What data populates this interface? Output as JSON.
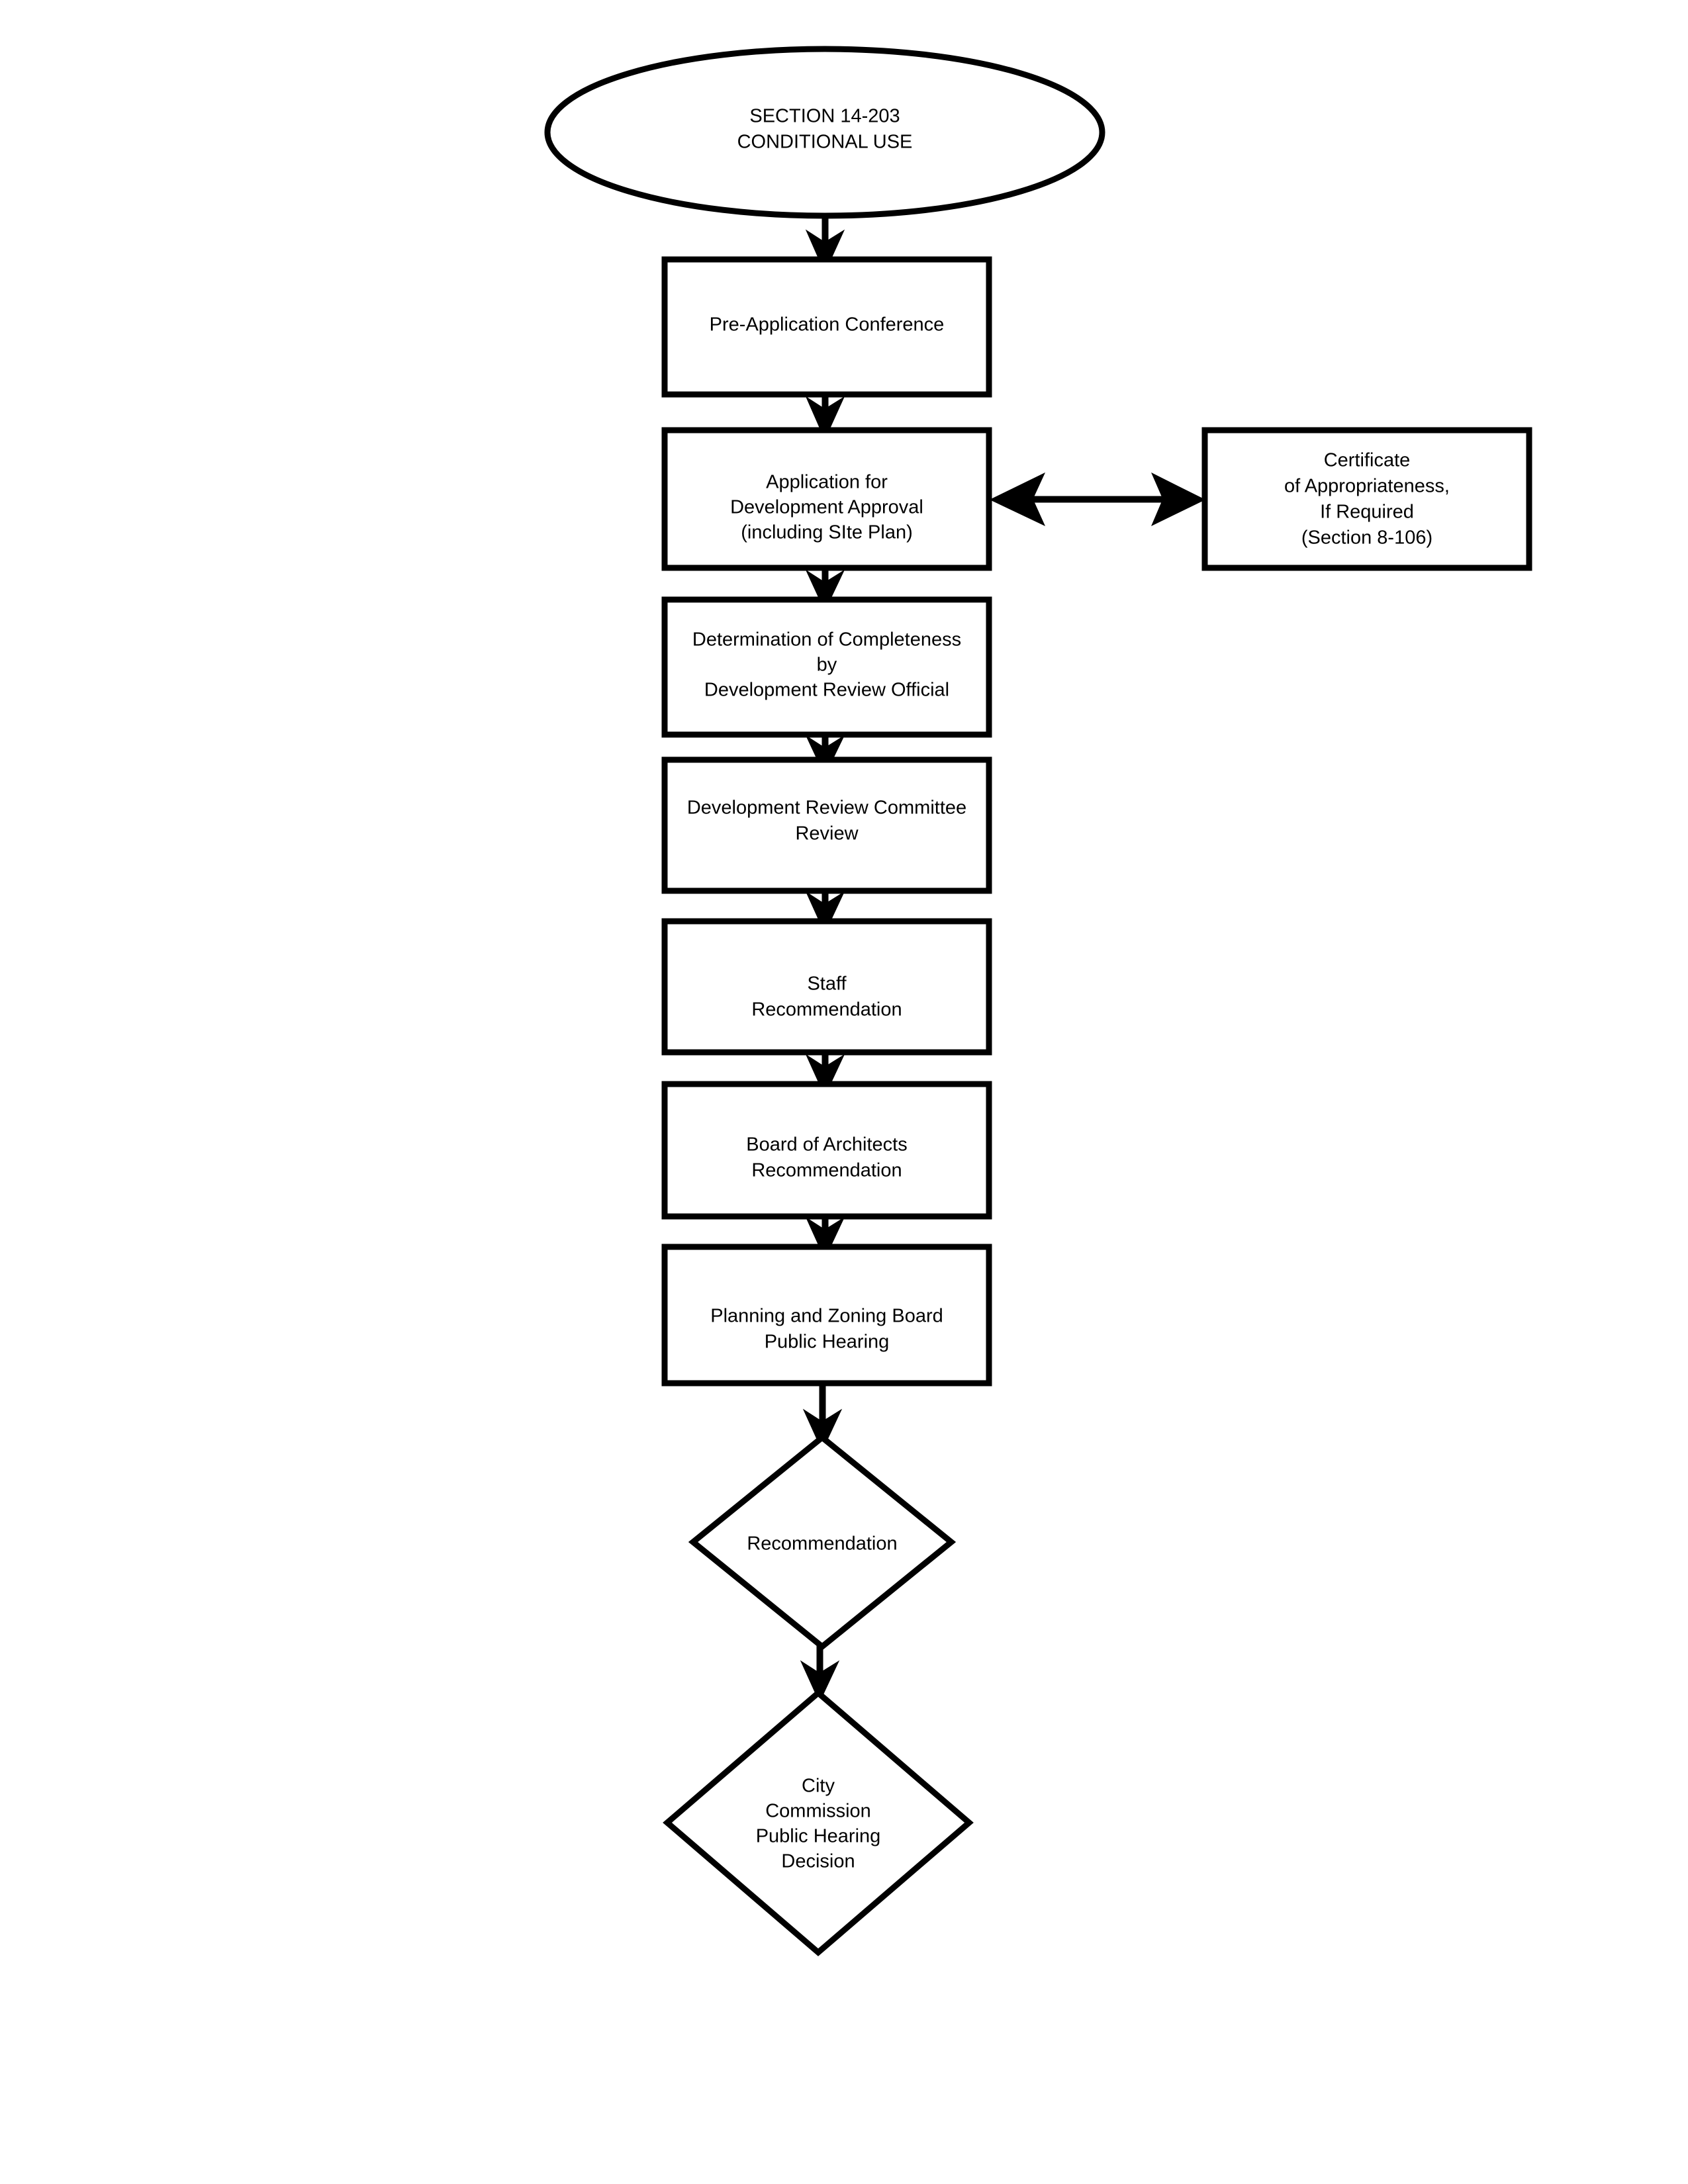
{
  "diagram": {
    "title": "SECTION 14-203 CONDITIONAL USE",
    "type": "flowchart",
    "background_color": "#ffffff",
    "line_color": "#000000",
    "text_color": "#000000",
    "nodes": [
      {
        "id": "start",
        "shape": "oval",
        "lines": [
          "SECTION 14-203",
          "CONDITIONAL USE"
        ],
        "line1": "SECTION 14-203",
        "line2": "CONDITIONAL USE"
      },
      {
        "id": "pre-application-conference",
        "shape": "rectangle",
        "lines": [
          "Pre-Application Conference"
        ],
        "line1": "Pre-Application Conference"
      },
      {
        "id": "application-for-development-approval",
        "shape": "rectangle",
        "lines": [
          "Application for",
          "Development Approval",
          "(including SIte Plan)"
        ],
        "line1": "Application for",
        "line2": "Development Approval",
        "line3": "(including SIte Plan)"
      },
      {
        "id": "certificate-of-appropriateness",
        "shape": "rectangle",
        "lines": [
          "Certificate",
          "of Appropriateness,",
          "If Required",
          "(Section 8-106)"
        ],
        "line1": "Certificate",
        "line2": "of Appropriateness,",
        "line3": "If Required",
        "line4": "(Section 8-106)"
      },
      {
        "id": "determination-of-completeness",
        "shape": "rectangle",
        "lines": [
          "Determination of Completeness",
          "by",
          "Development Review Official"
        ],
        "line1": "Determination of Completeness",
        "line2": "by",
        "line3": "Development Review Official"
      },
      {
        "id": "development-review-committee-review",
        "shape": "rectangle",
        "lines": [
          "Development Review Committee",
          "Review"
        ],
        "line1": "Development Review Committee",
        "line2": "Review"
      },
      {
        "id": "staff-recommendation",
        "shape": "rectangle",
        "lines": [
          "Staff",
          "Recommendation"
        ],
        "line1": "Staff",
        "line2": "Recommendation"
      },
      {
        "id": "board-of-architects-recommendation",
        "shape": "rectangle",
        "lines": [
          "Board of Architects",
          "Recommendation"
        ],
        "line1": "Board of Architects",
        "line2": "Recommendation"
      },
      {
        "id": "planning-and-zoning-board-public-hearing",
        "shape": "rectangle",
        "lines": [
          "Planning and Zoning Board",
          "Public Hearing"
        ],
        "line1": "Planning and Zoning Board",
        "line2": "Public Hearing"
      },
      {
        "id": "recommendation",
        "shape": "diamond",
        "lines": [
          "Recommendation"
        ],
        "line1": "Recommendation"
      },
      {
        "id": "city-commission-public-hearing-decision",
        "shape": "diamond",
        "lines": [
          "City",
          "Commission",
          "Public Hearing",
          "Decision"
        ],
        "line1": "City",
        "line2": "Commission",
        "line3": "Public Hearing",
        "line4": "Decision"
      }
    ],
    "edges": [
      {
        "from": "start",
        "to": "pre-application-conference",
        "style": "arrow-down"
      },
      {
        "from": "pre-application-conference",
        "to": "application-for-development-approval",
        "style": "arrow-down"
      },
      {
        "from": "application-for-development-approval",
        "to": "certificate-of-appropriateness",
        "style": "double-arrow-horizontal"
      },
      {
        "from": "application-for-development-approval",
        "to": "determination-of-completeness",
        "style": "arrow-down"
      },
      {
        "from": "determination-of-completeness",
        "to": "development-review-committee-review",
        "style": "arrow-down"
      },
      {
        "from": "development-review-committee-review",
        "to": "staff-recommendation",
        "style": "arrow-down"
      },
      {
        "from": "staff-recommendation",
        "to": "board-of-architects-recommendation",
        "style": "arrow-down"
      },
      {
        "from": "board-of-architects-recommendation",
        "to": "planning-and-zoning-board-public-hearing",
        "style": "arrow-down"
      },
      {
        "from": "planning-and-zoning-board-public-hearing",
        "to": "recommendation",
        "style": "arrow-down"
      },
      {
        "from": "recommendation",
        "to": "city-commission-public-hearing-decision",
        "style": "arrow-down"
      }
    ]
  }
}
